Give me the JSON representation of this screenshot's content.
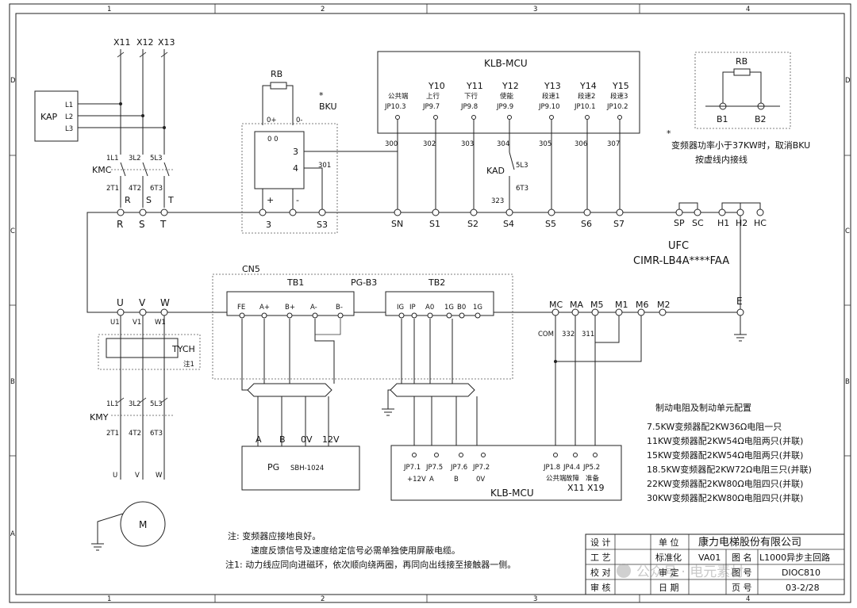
{
  "border": {
    "columns": [
      "1",
      "2",
      "3",
      "4"
    ],
    "rows": [
      "D",
      "C",
      "B",
      "A"
    ]
  },
  "kap": {
    "label": "KAP",
    "lines": [
      "L1",
      "L2",
      "L3"
    ]
  },
  "supply": {
    "labels": [
      "X11",
      "X12",
      "X13"
    ]
  },
  "kmc": {
    "label": "KMC",
    "top": [
      "1L1",
      "3L2",
      "5L3"
    ],
    "bottom": [
      "2T1",
      "4T2",
      "6T3"
    ],
    "rst": [
      "R",
      "S",
      "T"
    ]
  },
  "bku": {
    "star": "*",
    "label": "BKU",
    "rb": "RB",
    "p0p": "0+",
    "p0m": "0-",
    "inner": "0 0",
    "t3": "3",
    "t4": "4",
    "plus": "+",
    "minus": "-",
    "wire301": "301"
  },
  "klb_top": {
    "title": "KLB-MCU",
    "cols": [
      {
        "y": "",
        "d": "公共端",
        "jp": "JP10.3",
        "wire": "300",
        "term": "SN"
      },
      {
        "y": "Y10",
        "d": "上行",
        "jp": "JP9.7",
        "wire": "302",
        "term": "S1"
      },
      {
        "y": "Y11",
        "d": "下行",
        "jp": "JP9.8",
        "wire": "303",
        "term": "S2"
      },
      {
        "y": "Y12",
        "d": "使能",
        "jp": "JP9.9",
        "wire": "304",
        "term": "S4"
      },
      {
        "y": "Y13",
        "d": "段速1",
        "jp": "JP9.10",
        "wire": "305",
        "term": "S5"
      },
      {
        "y": "Y14",
        "d": "段速2",
        "jp": "JP10.1",
        "wire": "306",
        "term": "S6"
      },
      {
        "y": "Y15",
        "d": "段速3",
        "jp": "JP10.2",
        "wire": "307",
        "term": "S7"
      }
    ]
  },
  "kad": {
    "label": "KAD",
    "w1": "5L3",
    "w2": "6T3",
    "w3": "323"
  },
  "rb_right": {
    "rb": "RB",
    "b1": "B1",
    "b2": "B2"
  },
  "bku_note": {
    "star": "*",
    "line1": "变频器功率小于37KW时，取消BKU",
    "line2": "按虚线内接线"
  },
  "inv": {
    "terms_bottom_left": [
      "R",
      "S",
      "T"
    ],
    "s3": "S3",
    "p3": "3",
    "sp": "SP",
    "sc": "SC",
    "h1": "H1",
    "h2": "H2",
    "hc": "HC",
    "ufc": "UFC",
    "model": "CIMR-LB4A****FAA",
    "uvw": [
      "U",
      "V",
      "W"
    ],
    "uvw2": [
      "U1",
      "V1",
      "W1"
    ],
    "ctrl": [
      "MC",
      "MA",
      "M5",
      "M1",
      "M6",
      "M2"
    ],
    "e": "E"
  },
  "pg": {
    "cn5": "CN5",
    "tb1": "TB1",
    "pgb3": "PG-B3",
    "tb2": "TB2",
    "tb1_terms": [
      "FE",
      "A+",
      "B+",
      "A-",
      "B-"
    ],
    "tb2_terms": [
      "IG",
      "IP",
      "A0",
      "1G",
      "B0",
      "1G"
    ],
    "pg_label": "PG",
    "pg_model": "SBH-1024",
    "pg_terms": [
      "A",
      "B",
      "0V",
      "12V"
    ]
  },
  "tych": {
    "label": "TYCH",
    "note": "注1"
  },
  "com_wires": {
    "com": "COM",
    "w332": "332",
    "w311": "311"
  },
  "kmy": {
    "label": "KMY",
    "top": [
      "1L1",
      "3L2",
      "5L3"
    ],
    "bottom": [
      "2T1",
      "4T2",
      "6T3"
    ],
    "uvw": [
      "U",
      "V",
      "W"
    ]
  },
  "motor": {
    "label": "M"
  },
  "klb_bot": {
    "title": "KLB-MCU",
    "cols": [
      {
        "jp": "JP7.1",
        "d": "+12V"
      },
      {
        "jp": "JP7.5",
        "d": "A"
      },
      {
        "jp": "JP7.6",
        "d": "B"
      },
      {
        "jp": "JP7.2",
        "d": "0V"
      }
    ],
    "cols2": [
      {
        "jp": "JP1.8",
        "d": "公共端",
        "x": ""
      },
      {
        "jp": "JP4.4",
        "d": "故障",
        "x": "X11"
      },
      {
        "jp": "JP5.2",
        "d": "准备",
        "x": "X19"
      }
    ]
  },
  "brake_cfg": {
    "title": "制动电阻及制动单元配置",
    "rows": [
      "7.5KW变频器配2KW36Ω电阻一只",
      "11KW变频器配2KW54Ω电阻两只(并联)",
      "15KW变频器配2KW54Ω电阻两只(并联)",
      "18.5KW变频器配2KW72Ω电阻三只(并联)",
      "22KW变频器配2KW80Ω电阻四只(并联)",
      "30KW变频器配2KW80Ω电阻四只(并联)"
    ]
  },
  "notes": {
    "l1": "注:  变频器应接地良好。",
    "l2": "速度反馈信号及速度给定信号必需单独使用屏蔽电缆。",
    "l3": "注1:  动力线应同向进磁环，依次顺向绕两圈，再同向出线接至接触器一侧。"
  },
  "title_block": {
    "design": "设 计",
    "craft": "工 艺",
    "check": "校 对",
    "review": "审 核",
    "unit_lbl": "单 位",
    "unit_val": "康力电梯股份有限公司",
    "std_lbl": "标准化",
    "std_val": "VA01",
    "name_lbl": "图 名",
    "name_val": "L1000异步主回路",
    "approve_lbl": "审 定",
    "code_lbl": "图 号",
    "code_val": "DIOC810",
    "date_lbl": "日 期",
    "page_lbl": "页 号",
    "page_val": "03-2/28"
  },
  "watermark": "公众号 · 电元素材"
}
